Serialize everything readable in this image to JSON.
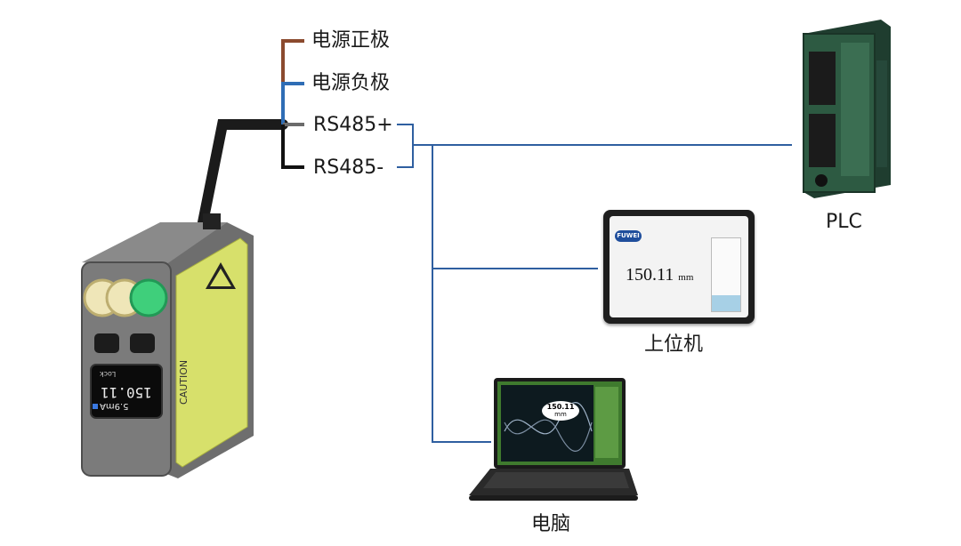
{
  "wire_labels": {
    "power_positive": "电源正极",
    "power_negative": "电源负极",
    "rs485_plus": "RS485+",
    "rs485_minus": "RS485-"
  },
  "wire_colors": {
    "power_positive": "#8b4a2e",
    "power_negative": "#2f6db5",
    "rs485_plus": "#555555",
    "rs485_minus": "#111111",
    "bus": "#2f5fa0"
  },
  "sensor": {
    "display_reading": "150.11",
    "display_current": "5.9mA",
    "display_status": "Lock",
    "warning_label": "CAUTION"
  },
  "plc": {
    "label": "PLC"
  },
  "host": {
    "label": "上位机",
    "brand": "FUWEI",
    "reading": "150.11",
    "unit": "mm"
  },
  "computer": {
    "label": "电脑",
    "reading": "150.11",
    "unit": "mm"
  }
}
